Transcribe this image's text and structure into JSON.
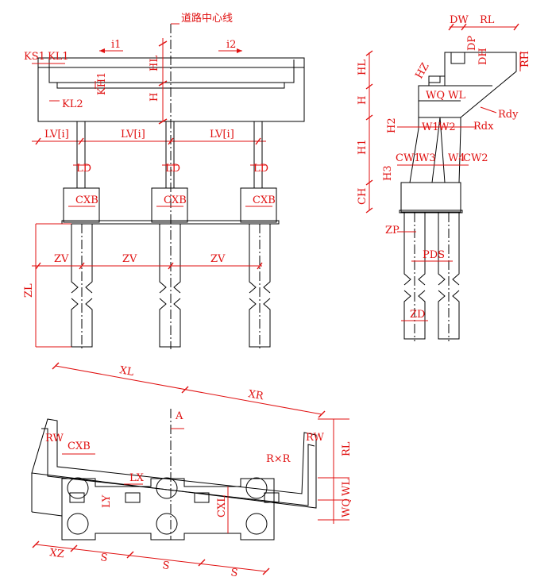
{
  "center_line": "道路中心线",
  "front": {
    "i1": "i1",
    "i2": "i2",
    "ks1": "KS1",
    "kl1": "KL1",
    "kl2": "KL2",
    "kh1": "KH1",
    "hl": "HL",
    "h": "H",
    "lv": [
      "LV[i]",
      "LV[i]",
      "LV[i]"
    ],
    "ld": [
      "LD",
      "LD",
      "LD"
    ],
    "cxb": [
      "CXB",
      "CXB",
      "CXB"
    ],
    "zv": [
      "ZV",
      "ZV",
      "ZV"
    ],
    "zl": "ZL"
  },
  "side": {
    "dw": "DW",
    "rl": "RL",
    "dp": "DP",
    "dh": "DH",
    "rh": "RH",
    "hl": "HL",
    "hz": "HZ",
    "h": "H",
    "wq_wl": "WQ WL",
    "rdy": "Rdy",
    "rdx": "Rdx",
    "h2": "H2",
    "w1": "W1",
    "w2": "W2",
    "h1": "H1",
    "cw1": "CW1",
    "w3": "W3",
    "w4": "W4",
    "cw2": "CW2",
    "h3": "H3",
    "ch": "CH",
    "zp": "ZP",
    "pds": "PDS",
    "zd": "ZD"
  },
  "plan": {
    "xl": "XL",
    "xr": "XR",
    "a": "A",
    "rw_left": "RW",
    "rw_right": "RW",
    "cxb": "CXB",
    "rxr": "R×R",
    "rl": "RL",
    "lx": "LX",
    "ly": "LY",
    "cxl": "CXL",
    "wl": "WL",
    "wq": "WQ",
    "xz": "XZ",
    "s": [
      "S",
      "S",
      "S"
    ]
  }
}
